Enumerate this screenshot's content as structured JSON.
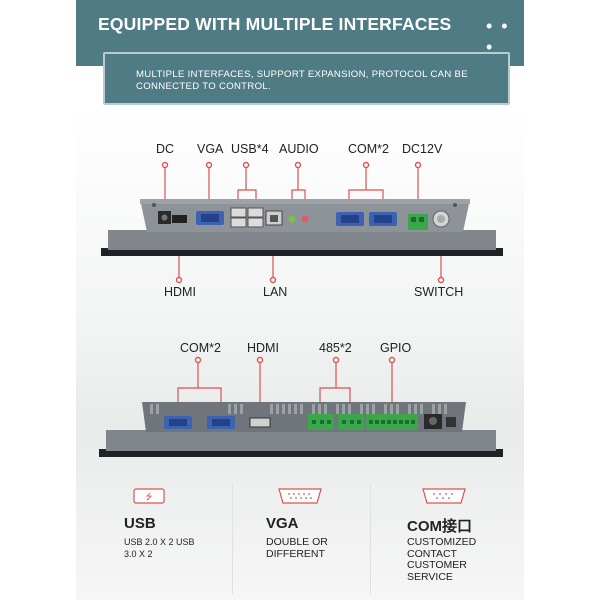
{
  "header": {
    "title": "EQUIPPED WITH MULTIPLE INTERFACES",
    "menu_icon": "ellipsis-icon"
  },
  "subtitle": "MULTIPLE INTERFACES, SUPPORT EXPANSION, PROTOCOL CAN BE CONNECTED TO CONTROL.",
  "panel1": {
    "top_labels": {
      "dc": "DC",
      "vga": "VGA",
      "usb": "USB*4",
      "audio": "AUDIO",
      "com": "COM*2",
      "dc12v": "DC12V"
    },
    "bottom_labels": {
      "hdmi": "HDMI",
      "lan": "LAN",
      "switch": "SWITCH"
    }
  },
  "panel2": {
    "top_labels": {
      "com": "COM*2",
      "hdmi": "HDMI",
      "rs485": "485*2",
      "gpio": "GPIO"
    }
  },
  "features": [
    {
      "icon": "usb-icon",
      "title": "USB",
      "desc_line1": "USB 2.0 X 2 USB",
      "desc_line2": "3.0 X 2"
    },
    {
      "icon": "vga-port-icon",
      "title": "VGA",
      "desc_line1": "DOUBLE OR",
      "desc_line2": "DIFFERENT"
    },
    {
      "icon": "com-port-icon",
      "title": "COM接口",
      "desc_line1": "CUSTOMIZED",
      "desc_line2": "CONTACT",
      "desc_line3": "CUSTOMER",
      "desc_line4": "SERVICE"
    }
  ],
  "colors": {
    "accent": "#4f7b84",
    "callout": "#d9534f",
    "device": "#7a7f84",
    "connector_green": "#3aa84a"
  }
}
